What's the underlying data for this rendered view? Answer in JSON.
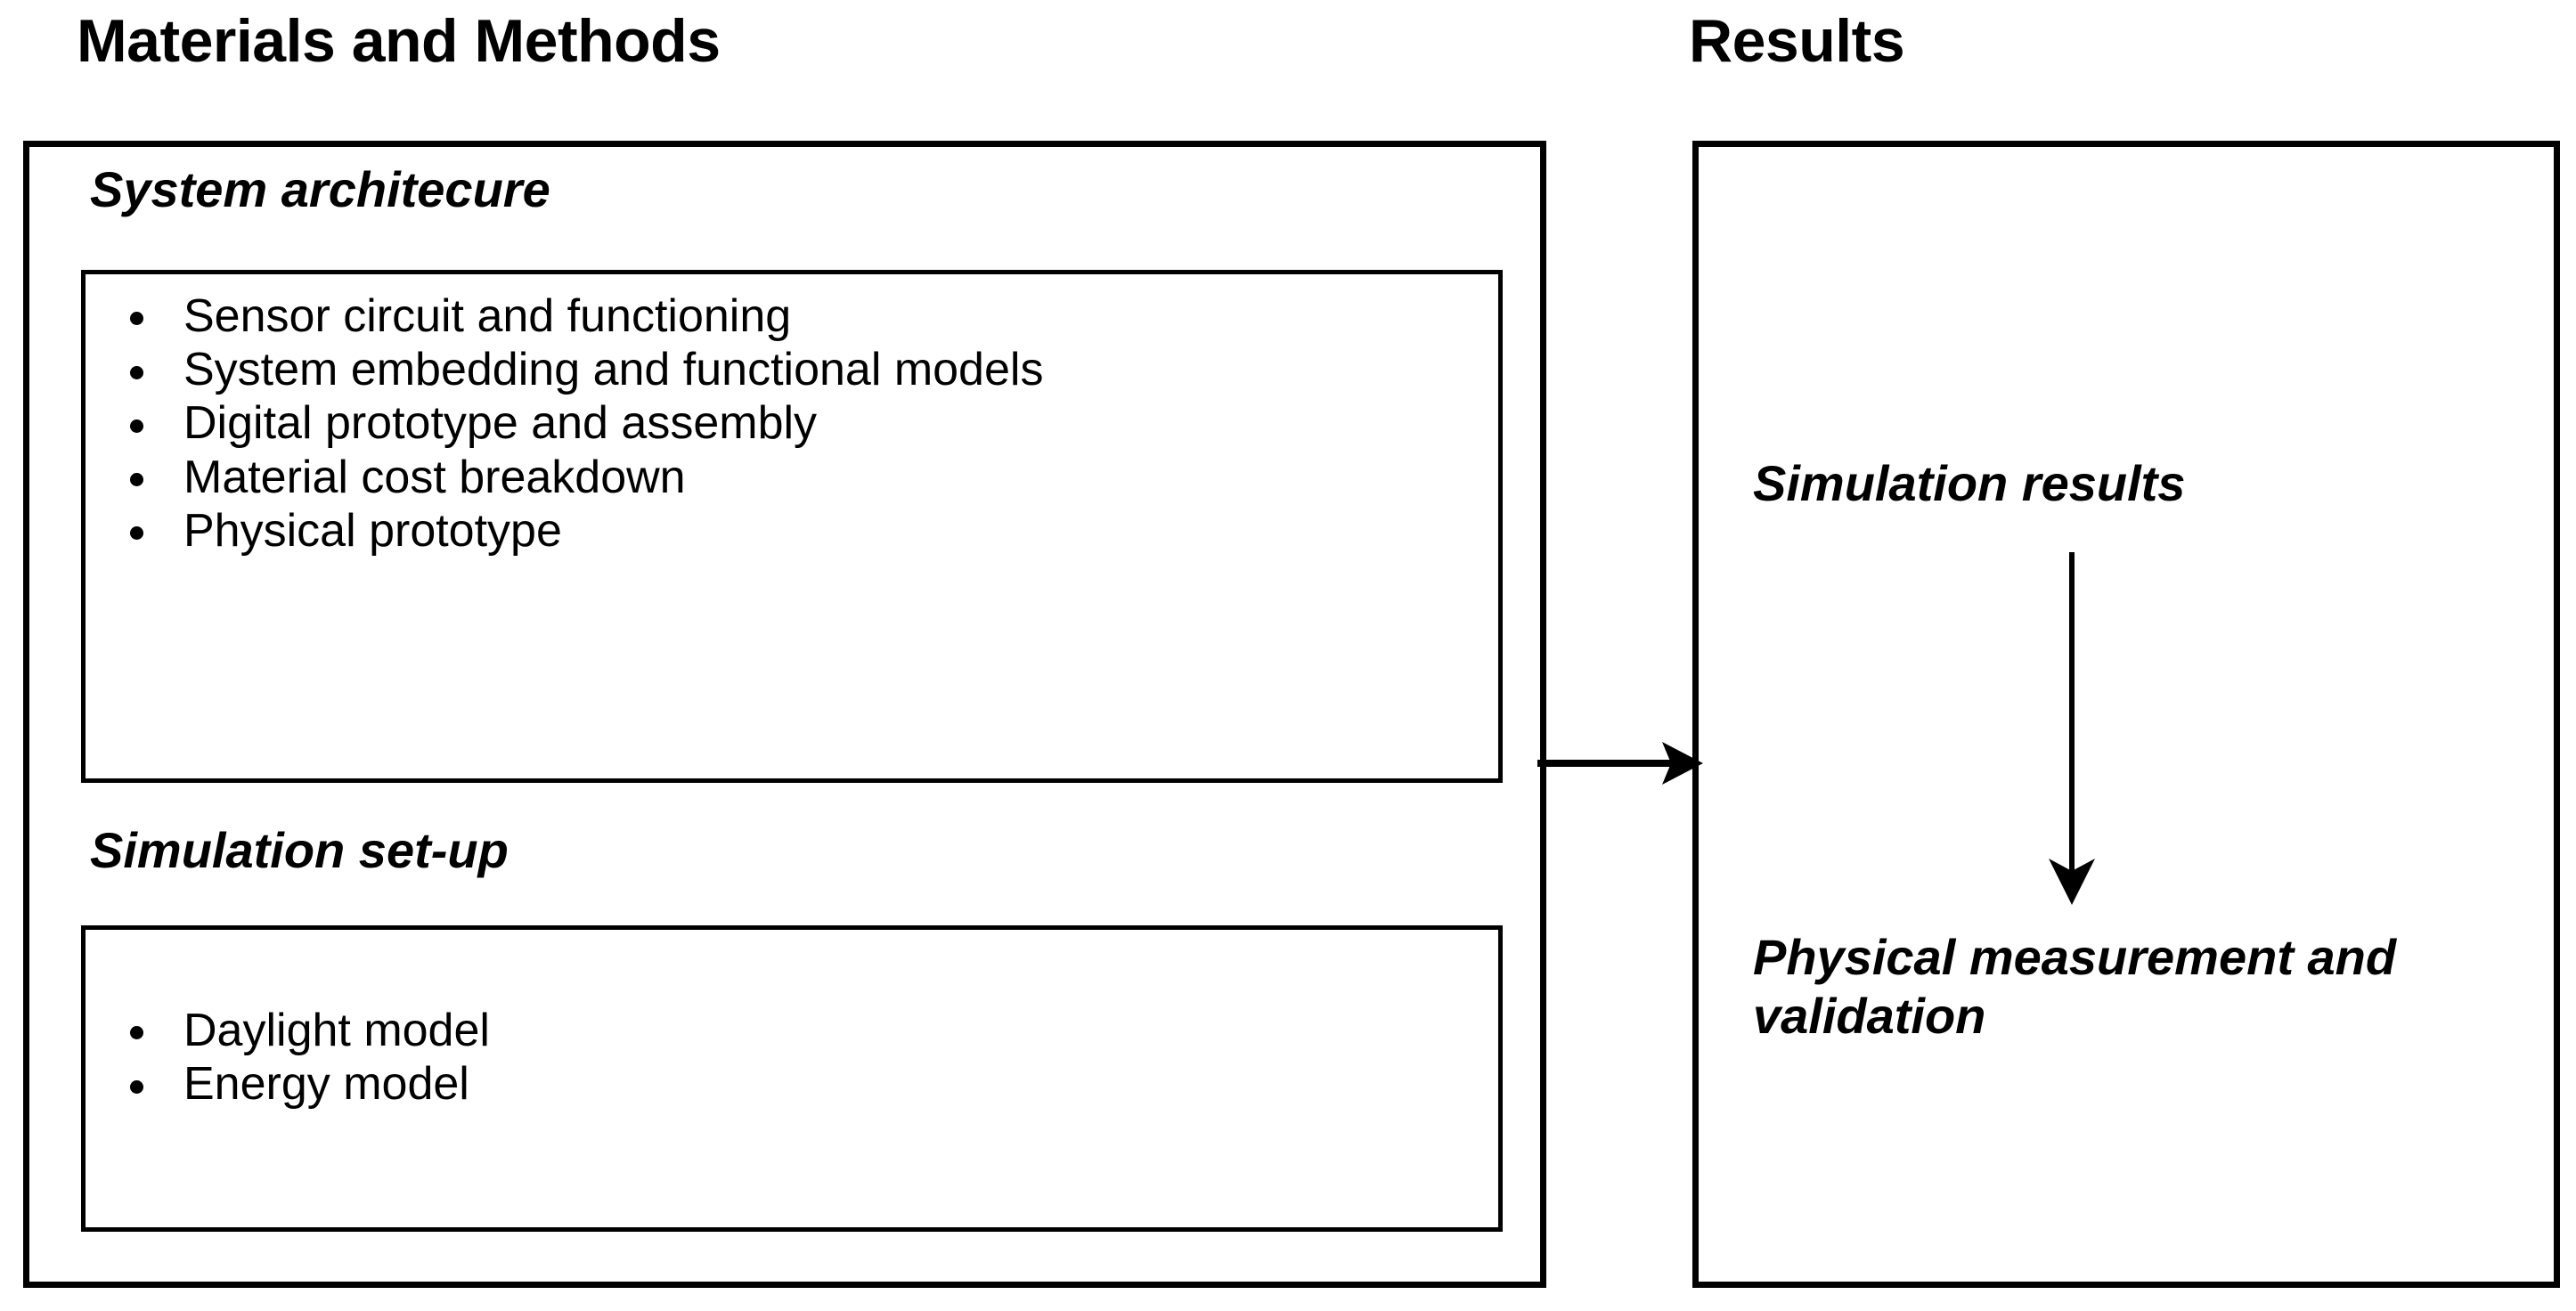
{
  "columns": {
    "methods": {
      "title": "Materials and Methods",
      "sections": [
        {
          "heading": "System architecure",
          "bullets": [
            "Sensor circuit and functioning",
            "System embedding and functional models",
            "Digital prototype and assembly",
            "Material cost breakdown",
            "Physical prototype"
          ]
        },
        {
          "heading": "Simulation set-up",
          "bullets": [
            "Daylight model",
            "Energy model"
          ]
        }
      ]
    },
    "results": {
      "title": "Results",
      "nodes": [
        "Simulation results",
        "Physical measurement and validation"
      ]
    }
  },
  "arrows": [
    {
      "name": "methods-to-results",
      "direction": "right",
      "from": "Materials and Methods",
      "to": "Results"
    },
    {
      "name": "simulation-to-physical",
      "direction": "down",
      "from": "Simulation results",
      "to": "Physical measurement and validation"
    }
  ],
  "colors": {
    "stroke": "#000000",
    "background": "#ffffff",
    "text": "#000000"
  }
}
